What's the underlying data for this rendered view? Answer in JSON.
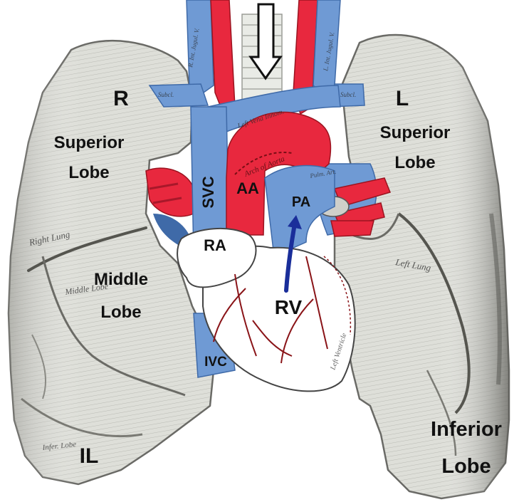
{
  "labels": {
    "right_side": "R",
    "left_side": "L",
    "right_superior_lobe": "Superior\nLobe",
    "middle_lobe": "Middle\nLobe",
    "inferior_lobe_right": "IL",
    "left_superior_lobe": "Superior\nLobe",
    "left_inferior_lobe": "Inferior\nLobe",
    "svc": "SVC",
    "ivc": "IVC",
    "aa": "AA",
    "pa": "PA",
    "ra": "RA",
    "rv": "RV"
  },
  "engraved": {
    "right_lung": "Right Lung",
    "left_lung": "Left Lung",
    "middle_lobe": "Middle Lobe",
    "arch_of_aorta": "Arch of Aorta",
    "left_vena_innom": "Left Vena Innom.",
    "left_ventricle": "Left Ventricle",
    "pulm_artery": "Pulm. Art.",
    "inf_lobe": "Infer. Lobe",
    "int_jugular_r": "R. Int. Jugul. V.",
    "int_jugular_l": "L. Int. Jugul. V.",
    "subcl": "Subcl."
  },
  "colors": {
    "lung_fill": "#dcdcd6",
    "lung_shadow": "#9c9c96",
    "lung_dark": "#5c5c58",
    "vein_blue": "#6f9ad4",
    "vein_blue_dark": "#3f6aa8",
    "artery_red": "#e8283e",
    "heart_white": "#ffffff",
    "trachea": "#e9ebe6",
    "rv_arrow": "#1a2e9a",
    "vessel_lines": "#8a1418"
  }
}
